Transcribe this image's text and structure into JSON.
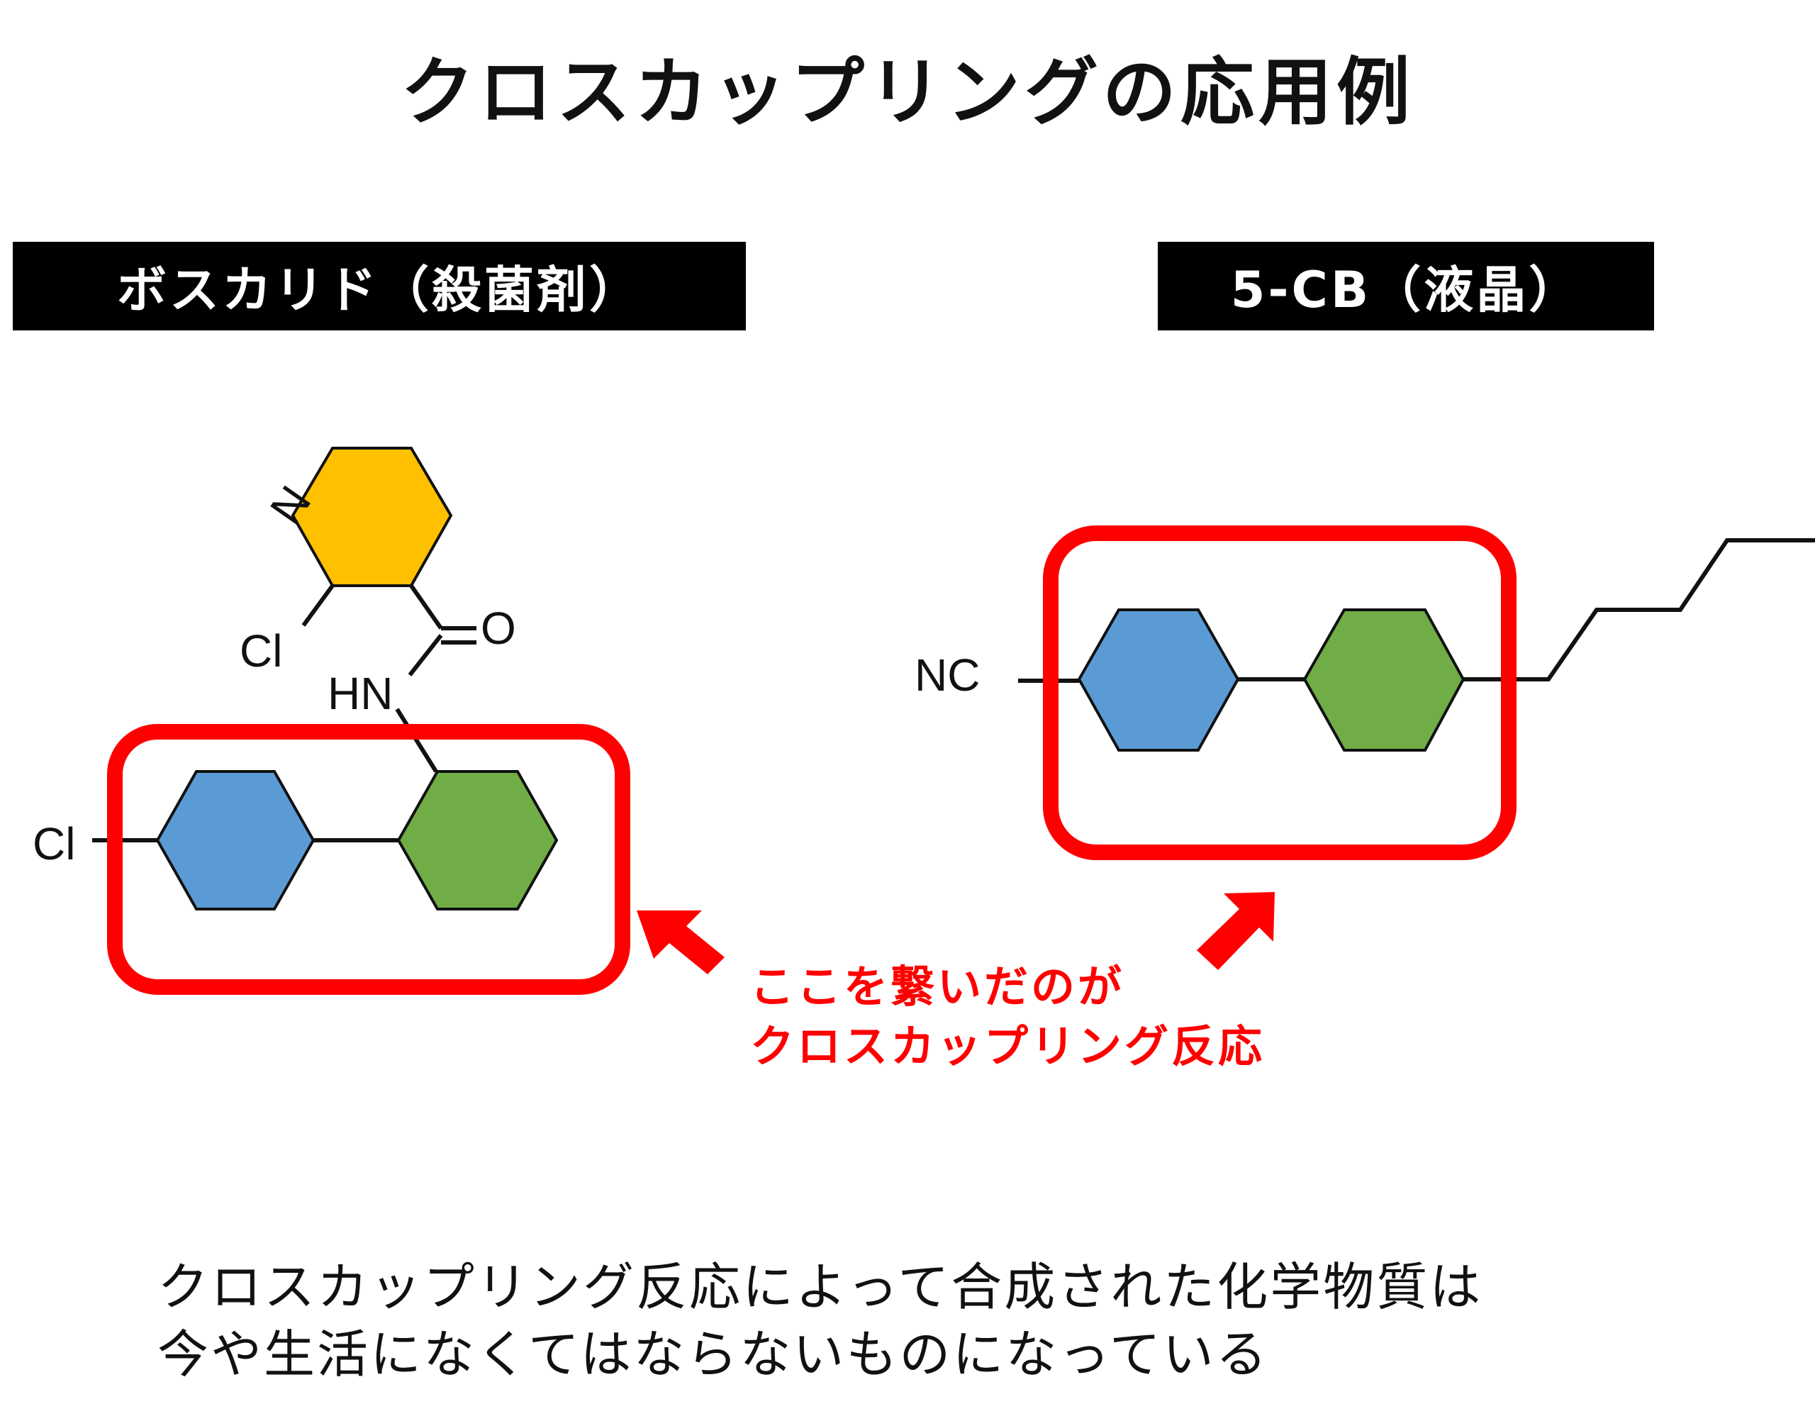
{
  "title": "クロスカップリングの応用例",
  "boscalid": {
    "label": "ボスカリド（殺菌剤）",
    "atoms": {
      "n": "N",
      "cl_top": "Cl",
      "o": "O",
      "hn": "HN",
      "cl_left": "Cl"
    }
  },
  "cb5": {
    "label": "5-CB（液晶）",
    "atoms": {
      "nc": "NC"
    }
  },
  "annotation": {
    "line1": "ここを繋いだのが",
    "line2": "クロスカップリング反応"
  },
  "footer": {
    "line1": "クロスカップリング反応によって合成された化学物質は",
    "line2": "今や生活になくてはならないものになっている"
  },
  "colors": {
    "pyridine_ring": "#FFC000",
    "blue_ring": "#5B9BD5",
    "green_ring": "#70AD47",
    "highlight": "#FF0000",
    "label_bg": "#000000"
  }
}
